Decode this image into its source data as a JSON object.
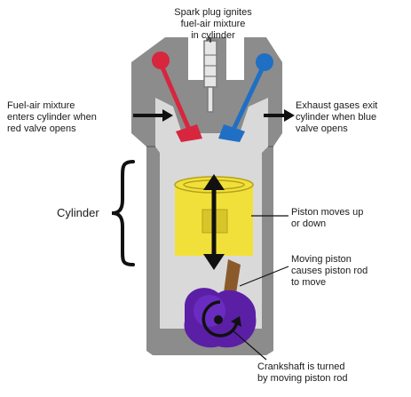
{
  "labels": {
    "spark_plug": "Spark plug ignites\nfuel-air mixture\nin cylinder",
    "intake": "Fuel-air mixture\nenters cylinder when\nred valve opens",
    "exhaust": "Exhaust gases exit\ncylinder when blue\nvalve opens",
    "cylinder": "Cylinder",
    "piston": "Piston moves up\nor down",
    "piston_rod": "Moving piston\ncauses piston rod\nto move",
    "crankshaft": "Crankshaft is turned\nby moving piston rod"
  },
  "colors": {
    "engine_block": "#8c8c8c",
    "chamber": "#d9d9d9",
    "intake_valve": "#d7263d",
    "exhaust_valve": "#1f6fc5",
    "piston": "#f2e03a",
    "piston_rod": "#8b5a2b",
    "crankshaft": "#5b1fa6",
    "arrow": "#111111"
  },
  "icons": {
    "intake_arrow": "arrow-right-icon",
    "exhaust_arrow": "arrow-right-icon",
    "motion_arrow": "double-arrow-vertical-icon",
    "cylinder_brace": "curly-brace-icon",
    "rotation_arrow": "circular-arrow-icon"
  }
}
